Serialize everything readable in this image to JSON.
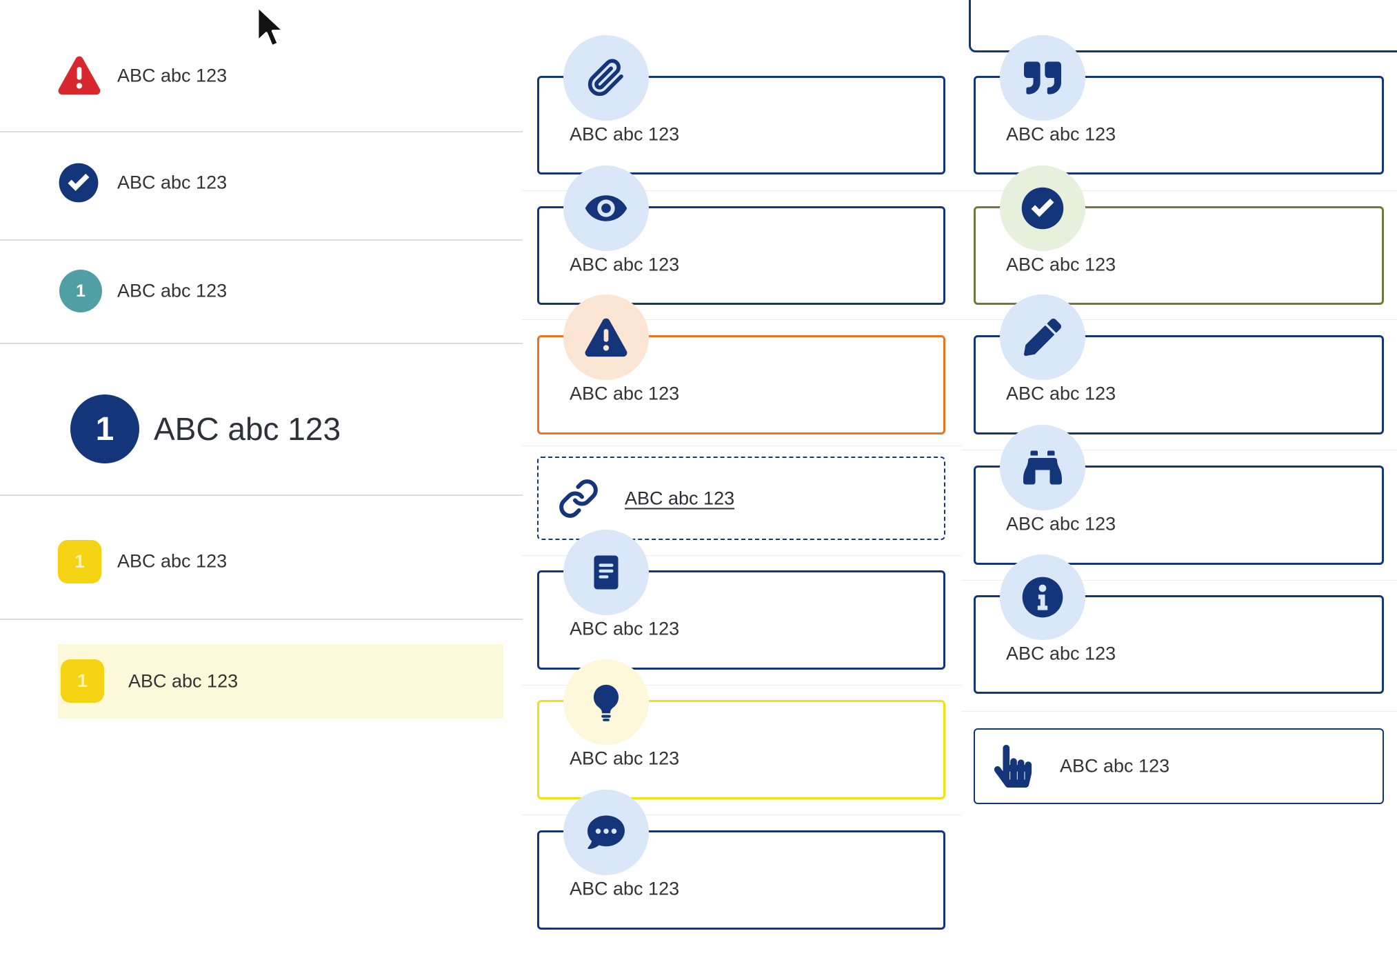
{
  "colors": {
    "navy": "#15357a",
    "red": "#d7282f",
    "teal": "#4f9fa4",
    "yellow": "#f4d313",
    "yellow_border": "#f2e20f",
    "orange": "#eb7323",
    "olive_green": "#6f7a38",
    "icon_circle_blue": "#d9e7f8",
    "icon_circle_peach": "#fce5d2",
    "icon_circle_green": "#e6f0dc",
    "icon_circle_cream": "#fdf8dc",
    "row_highlight": "#fcf8da"
  },
  "left_list": {
    "items": [
      {
        "icon": "warning-triangle-icon",
        "label": "ABC abc 123"
      },
      {
        "icon": "check-circle-icon",
        "label": "ABC abc 123"
      },
      {
        "icon": "number-circle-icon",
        "badge": "1",
        "label": "ABC abc 123"
      },
      {
        "icon": "number-circle-large-icon",
        "badge": "1",
        "label": "ABC abc 123",
        "size": "large"
      },
      {
        "icon": "number-square-icon",
        "badge": "1",
        "label": "ABC abc 123"
      },
      {
        "icon": "number-square-icon",
        "badge": "1",
        "label": "ABC abc 123",
        "highlighted": true
      }
    ]
  },
  "middle_column": {
    "cards": [
      {
        "icon": "paperclip-icon",
        "label": "ABC abc 123",
        "variant": "navy"
      },
      {
        "icon": "eye-icon",
        "label": "ABC abc 123",
        "variant": "navy"
      },
      {
        "icon": "warning-triangle-icon",
        "label": "ABC abc 123",
        "variant": "orange"
      },
      {
        "icon": "link-icon",
        "label": "ABC abc 123",
        "variant": "dashed-link"
      },
      {
        "icon": "book-icon",
        "label": "ABC abc 123",
        "variant": "navy"
      },
      {
        "icon": "lightbulb-icon",
        "label": "ABC abc 123",
        "variant": "yellow"
      },
      {
        "icon": "comment-dots-icon",
        "label": "ABC abc 123",
        "variant": "navy"
      }
    ]
  },
  "right_column": {
    "cards": [
      {
        "icon": "quote-icon",
        "label": "ABC abc 123",
        "variant": "navy"
      },
      {
        "icon": "check-circle-icon",
        "label": "ABC abc 123",
        "variant": "green"
      },
      {
        "icon": "pencil-icon",
        "label": "ABC abc 123",
        "variant": "navy"
      },
      {
        "icon": "binoculars-icon",
        "label": "ABC abc 123",
        "variant": "navy"
      },
      {
        "icon": "info-circle-icon",
        "label": "ABC abc 123",
        "variant": "navy"
      },
      {
        "icon": "hand-pointer-icon",
        "label": "ABC abc 123",
        "variant": "plain"
      }
    ]
  }
}
